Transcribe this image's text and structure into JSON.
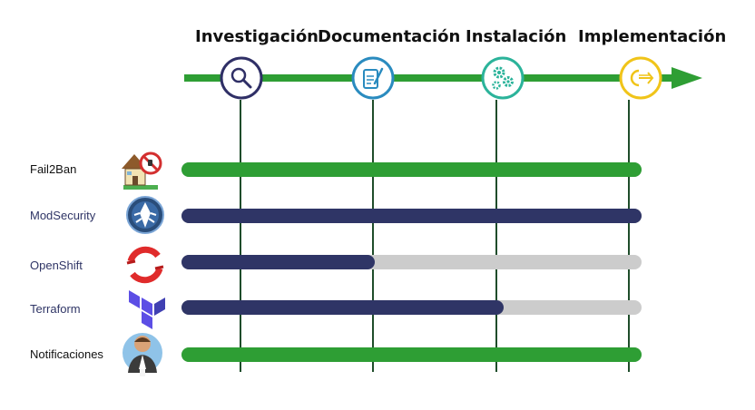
{
  "colors": {
    "green": "#2e9e34",
    "navy": "#2f3566",
    "track_gray": "#cccccc",
    "search_ring": "#2f2f66",
    "doc_ring": "#2a8bbf",
    "gears_ring": "#2bb39a",
    "deploy_ring": "#f0c419"
  },
  "phases": [
    {
      "label": "Investigación",
      "icon": "search-icon"
    },
    {
      "label": "Documentación",
      "icon": "document-edit-icon"
    },
    {
      "label": "Instalación",
      "icon": "gears-icon"
    },
    {
      "label": "Implementación",
      "icon": "deploy-icon"
    }
  ],
  "rows": [
    {
      "label": "Fail2Ban",
      "icon": "fail2ban-logo-icon",
      "progress": 1.0,
      "fill_color": "green",
      "label_color": "#111111"
    },
    {
      "label": "ModSecurity",
      "icon": "modsecurity-logo-icon",
      "progress": 1.0,
      "fill_color": "navy",
      "label_color": "#2f3566"
    },
    {
      "label": "OpenShift",
      "icon": "openshift-logo-icon",
      "progress": 0.42,
      "fill_color": "navy",
      "label_color": "#2f3566"
    },
    {
      "label": "Terraform",
      "icon": "terraform-logo-icon",
      "progress": 0.7,
      "fill_color": "navy",
      "label_color": "#2f3566"
    },
    {
      "label": "Notificaciones",
      "icon": "notifications-mascot-icon",
      "progress": 1.0,
      "fill_color": "green",
      "label_color": "#111111"
    }
  ]
}
